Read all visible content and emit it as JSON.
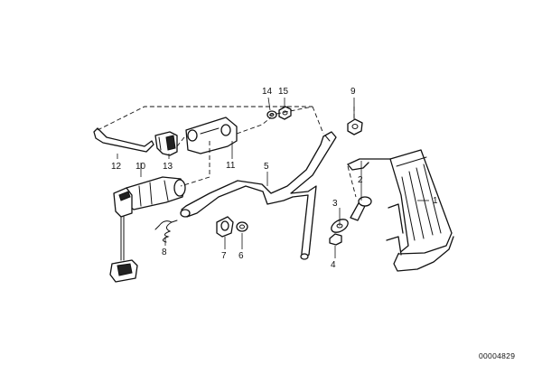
{
  "callouts": [
    {
      "id": "1",
      "label": "1"
    },
    {
      "id": "2",
      "label": "2"
    },
    {
      "id": "3",
      "label": "3"
    },
    {
      "id": "4",
      "label": "4"
    },
    {
      "id": "5",
      "label": "5"
    },
    {
      "id": "6",
      "label": "6"
    },
    {
      "id": "7",
      "label": "7"
    },
    {
      "id": "8",
      "label": "8"
    },
    {
      "id": "9",
      "label": "9"
    },
    {
      "id": "10",
      "label": "10"
    },
    {
      "id": "11",
      "label": "11"
    },
    {
      "id": "12",
      "label": "12"
    },
    {
      "id": "13",
      "label": "13"
    },
    {
      "id": "14",
      "label": "14"
    },
    {
      "id": "15",
      "label": "15"
    }
  ],
  "reference_code": "00004829"
}
